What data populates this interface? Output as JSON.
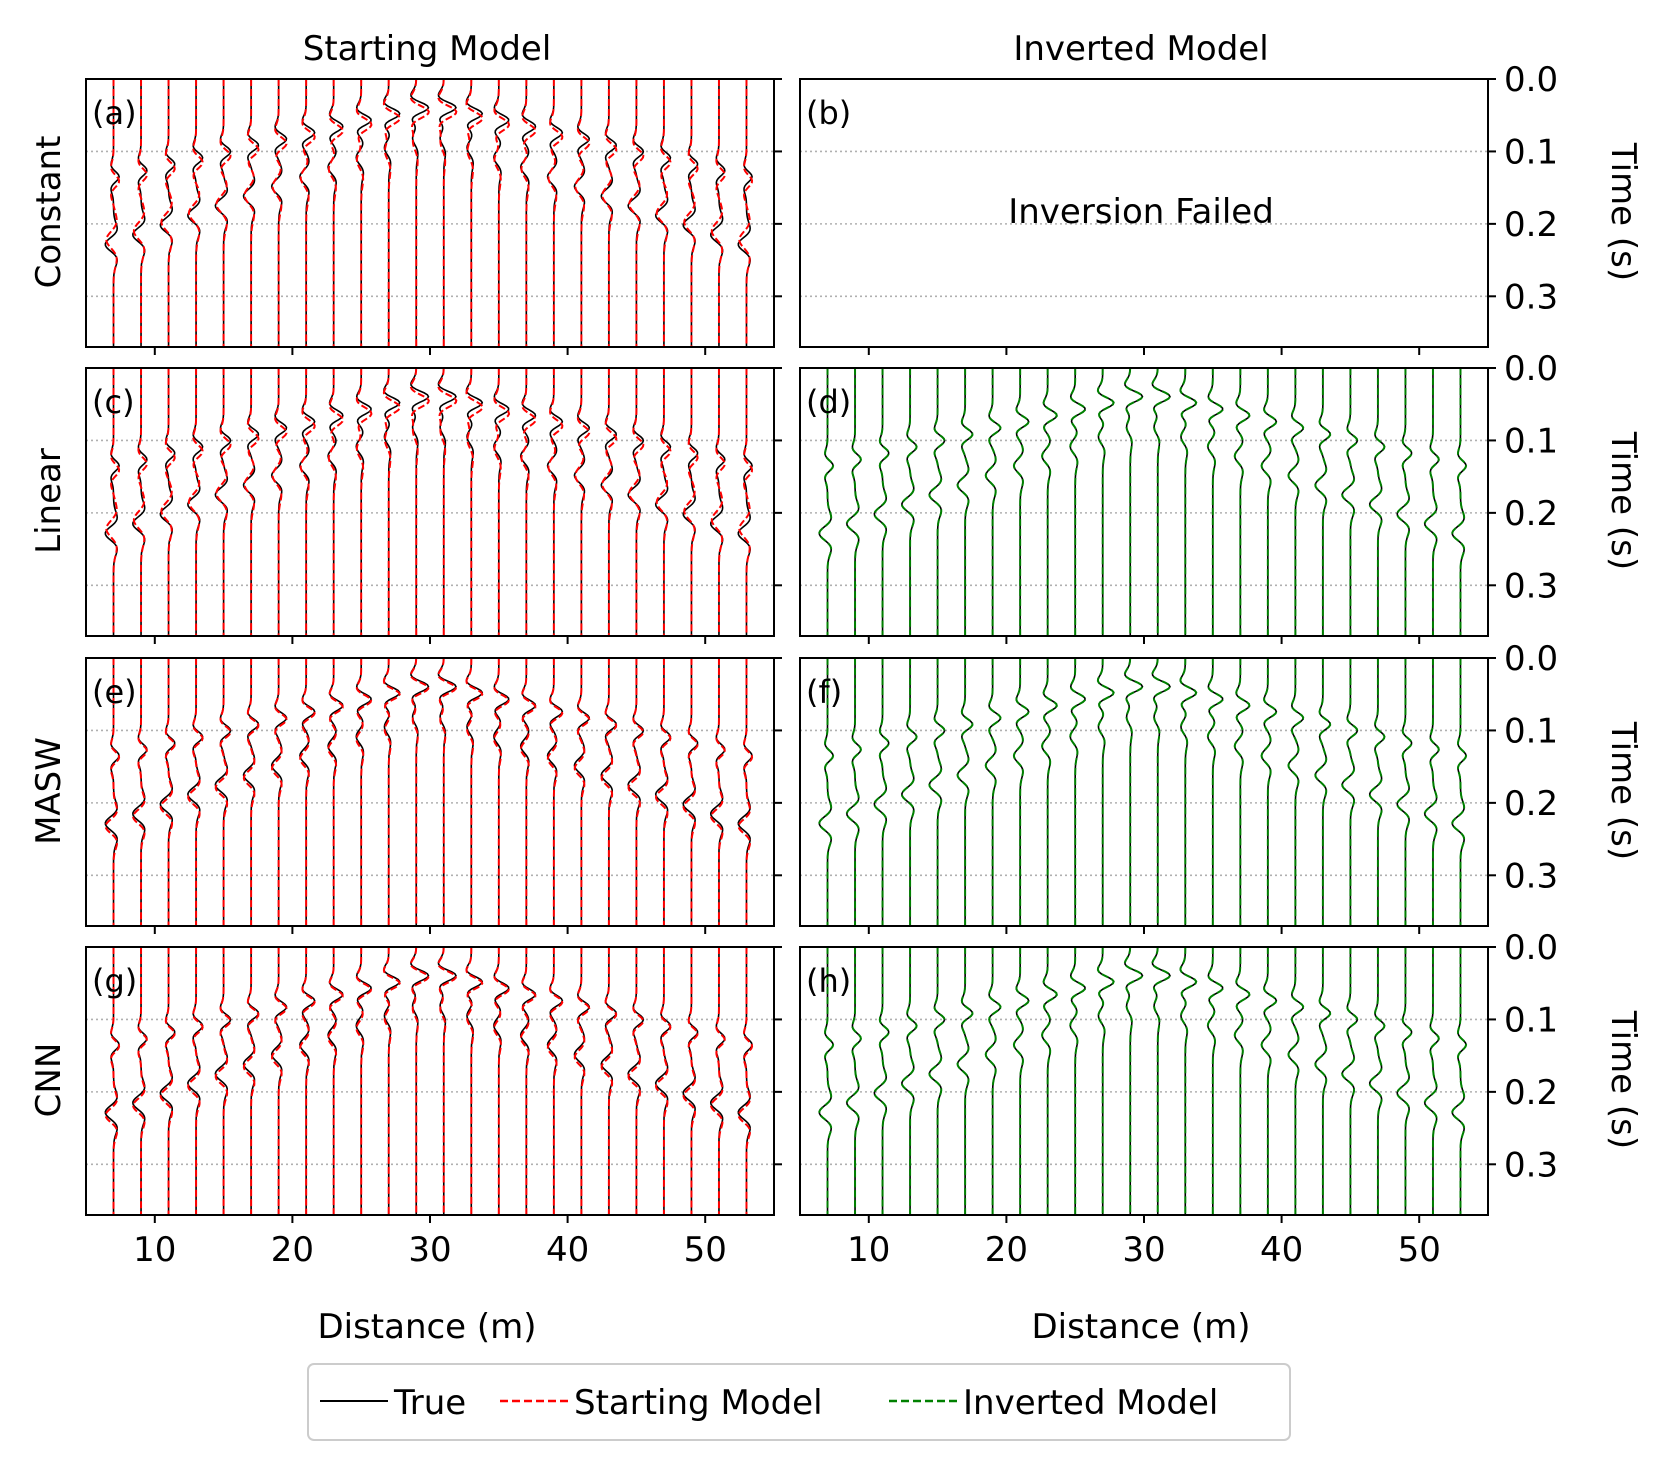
{
  "figure": {
    "column_titles": [
      "Starting Model",
      "Inverted Model"
    ],
    "row_labels": [
      "Constant",
      "Linear",
      "MASW",
      "CNN"
    ],
    "panel_labels": [
      "(a)",
      "(b)",
      "(c)",
      "(d)",
      "(e)",
      "(f)",
      "(g)",
      "(h)"
    ],
    "failed_text": "Inversion Failed",
    "xlabel": "Distance (m)",
    "ylabel": "Time (s)",
    "colors": {
      "true": "#000000",
      "starting": "#ff0000",
      "inverted": "#008000",
      "grid": "#b0b0b0"
    }
  },
  "legend": {
    "entries": [
      {
        "label": "True",
        "color": "#000000",
        "style": "solid"
      },
      {
        "label": "Starting Model",
        "color": "#ff0000",
        "style": "dashed"
      },
      {
        "label": "Inverted Model",
        "color": "#008000",
        "style": "dashed"
      }
    ]
  },
  "chart_data": {
    "type": "line",
    "description": "Seismic shot-gather wiggle traces: 24 receivers, time axis inverted (0 at top).",
    "xlabel": "Distance (m)",
    "ylabel": "Time (s)",
    "xlim": [
      5,
      55
    ],
    "ylim": [
      0.37,
      0.0
    ],
    "xticks": [
      10,
      20,
      30,
      40,
      50
    ],
    "yticks": [
      0.0,
      0.1,
      0.2,
      0.3
    ],
    "ytick_labels": [
      "0.0",
      "0.1",
      "0.2",
      "0.3"
    ],
    "grid_y": [
      0.1,
      0.2,
      0.3
    ],
    "receiver_offsets_m": [
      7,
      9,
      11,
      13,
      15,
      17,
      19,
      21,
      23,
      25,
      27,
      29,
      31,
      33,
      35,
      37,
      39,
      41,
      43,
      45,
      47,
      49,
      51,
      53
    ],
    "source_position_m": 30,
    "panels": [
      {
        "id": "a",
        "row": "Constant",
        "column": "Starting Model",
        "series": [
          "True",
          "Starting Model"
        ],
        "misfit": "large"
      },
      {
        "id": "b",
        "row": "Constant",
        "column": "Inverted Model",
        "series": [],
        "note": "Inversion Failed"
      },
      {
        "id": "c",
        "row": "Linear",
        "column": "Starting Model",
        "series": [
          "True",
          "Starting Model"
        ],
        "misfit": "large"
      },
      {
        "id": "d",
        "row": "Linear",
        "column": "Inverted Model",
        "series": [
          "True",
          "Inverted Model"
        ],
        "misfit": "none"
      },
      {
        "id": "e",
        "row": "MASW",
        "column": "Starting Model",
        "series": [
          "True",
          "Starting Model"
        ],
        "misfit": "small"
      },
      {
        "id": "f",
        "row": "MASW",
        "column": "Inverted Model",
        "series": [
          "True",
          "Inverted Model"
        ],
        "misfit": "none"
      },
      {
        "id": "g",
        "row": "CNN",
        "column": "Starting Model",
        "series": [
          "True",
          "Starting Model"
        ],
        "misfit": "small"
      },
      {
        "id": "h",
        "row": "CNN",
        "column": "Inverted Model",
        "series": [
          "True",
          "Inverted Model"
        ],
        "misfit": "none"
      }
    ]
  }
}
